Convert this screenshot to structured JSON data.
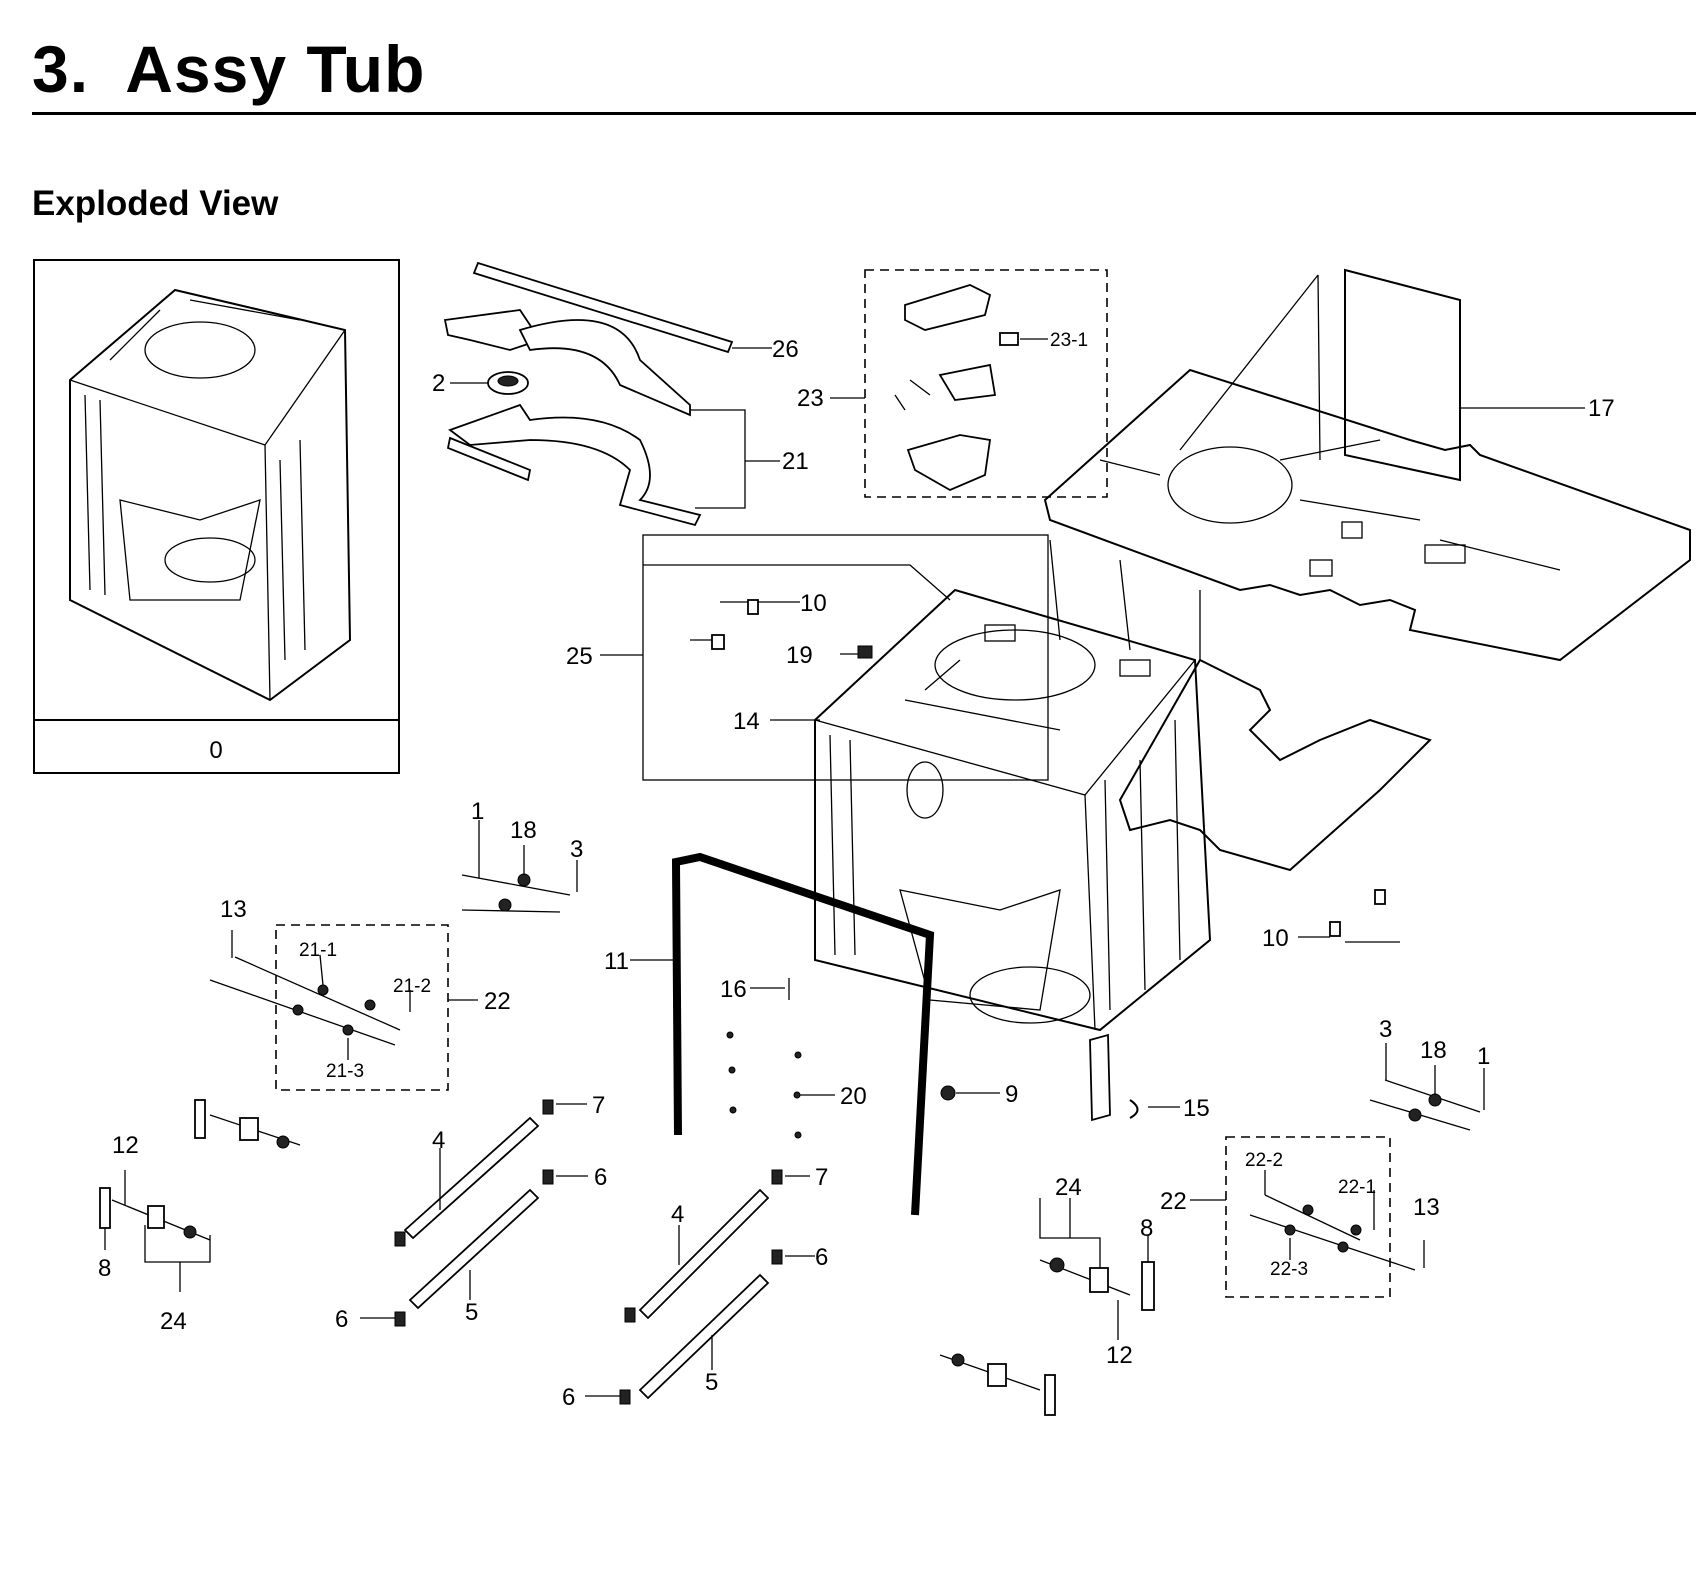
{
  "header": {
    "title": "3.  Assy Tub",
    "subtitle": "Exploded View"
  },
  "overview": {
    "label": "0"
  },
  "callouts": {
    "c26": "26",
    "c2": "2",
    "c21": "21",
    "c23": "23",
    "c23_1": "23-1",
    "c17": "17",
    "c25": "25",
    "c10a": "10",
    "c19": "19",
    "c14": "14",
    "c10b": "10",
    "c1a": "1",
    "c18a": "18",
    "c3a": "3",
    "c13a": "13",
    "c21_1": "21-1",
    "c21_2": "21-2",
    "c21_3": "21-3",
    "c22a": "22",
    "c11": "11",
    "c16": "16",
    "c20": "20",
    "c9": "9",
    "c15": "15",
    "c7a": "7",
    "c6a": "6",
    "c4a": "4",
    "c5a": "5",
    "c6b": "6",
    "c12a": "12",
    "c8a": "8",
    "c24a": "24",
    "c7b": "7",
    "c4b": "4",
    "c6c": "6",
    "c5b": "5",
    "c6d": "6",
    "c24b": "24",
    "c8b": "8",
    "c12b": "12",
    "c22b": "22",
    "c22_2": "22-2",
    "c22_1": "22-1",
    "c22_3": "22-3",
    "c13b": "13",
    "c3b": "3",
    "c18b": "18",
    "c1b": "1"
  }
}
